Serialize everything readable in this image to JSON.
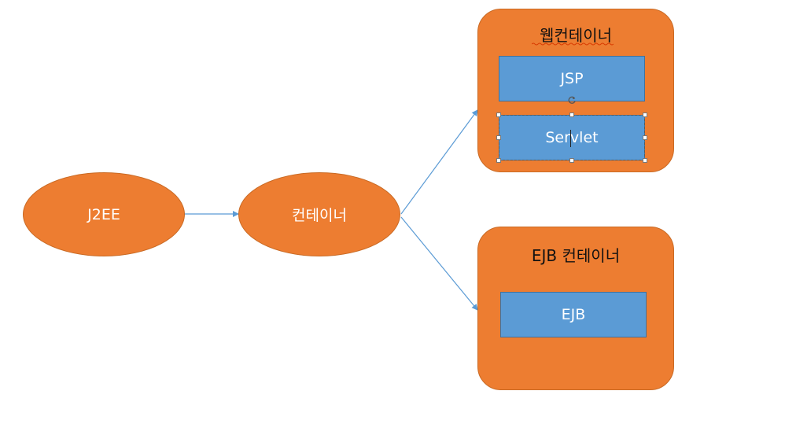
{
  "colors": {
    "orange": "#ED7D31",
    "orange_dark": "#C96A24",
    "blue": "#5B9BD5",
    "blue_dark": "#41719C",
    "connector": "#5B9BD5"
  },
  "nodes": {
    "j2ee": "J2EE",
    "container": "컨테이너",
    "web_container_title": "웹컨테이너",
    "jsp": "JSP",
    "servlet": "Servlet",
    "ejb_container_title": "EJB 컨테이너",
    "ejb": "EJB"
  }
}
